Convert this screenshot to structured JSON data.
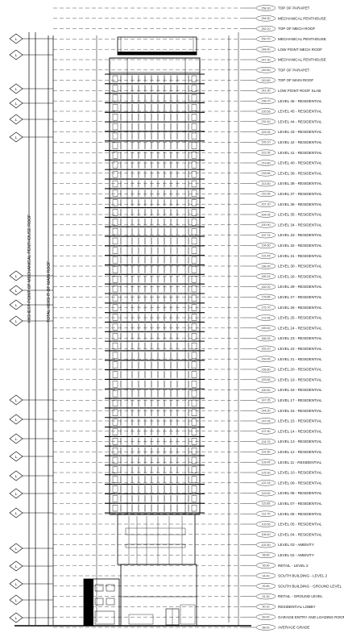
{
  "drawing": {
    "grid_marker_letter": "L",
    "vertical_labels": [
      "HIGHEST POINT OF MECHANICAL PENTHOUSE ROOF",
      "TOTAL HEIGHT OF MAIN ROOF"
    ],
    "levels": [
      {
        "label": "TOP OF PARAPET",
        "elev": "258.30"
      },
      {
        "label": "MECHANICAL PENTHOUSE",
        "elev": "254.50"
      },
      {
        "label": "TOP OF MECH ROOF",
        "elev": "252.10"
      },
      {
        "label": "MECHANICAL PENTHOUSE",
        "elev": "250.70"
      },
      {
        "label": "LOW POINT MECH ROOF",
        "elev": "248.40"
      },
      {
        "label": "MECHANICAL PENTHOUSE",
        "elev": "247.30"
      },
      {
        "label": "TOP OF PARAPET",
        "elev": "245.60"
      },
      {
        "label": "TOP OF MAIN ROOF",
        "elev": "243.80"
      },
      {
        "label": "LOW POINT ROOF SLAB",
        "elev": "241.90"
      },
      {
        "label": "LEVEL 46 - RESIDENTIAL",
        "elev": "238.70"
      },
      {
        "label": "LEVEL 45 - RESIDENTIAL",
        "elev": "235.55"
      },
      {
        "label": "LEVEL 44 - RESIDENTIAL",
        "elev": "232.40"
      },
      {
        "label": "LEVEL 43 - RESIDENTIAL",
        "elev": "229.25"
      },
      {
        "label": "LEVEL 42 - RESIDENTIAL",
        "elev": "226.10"
      },
      {
        "label": "LEVEL 41 - RESIDENTIAL",
        "elev": "222.95"
      },
      {
        "label": "LEVEL 40 - RESIDENTIAL",
        "elev": "219.80"
      },
      {
        "label": "LEVEL 39 - RESIDENTIAL",
        "elev": "216.65"
      },
      {
        "label": "LEVEL 38 - RESIDENTIAL",
        "elev": "213.50"
      },
      {
        "label": "LEVEL 37 - RESIDENTIAL",
        "elev": "210.35"
      },
      {
        "label": "LEVEL 36 - RESIDENTIAL",
        "elev": "207.20"
      },
      {
        "label": "LEVEL 35 - RESIDENTIAL",
        "elev": "204.05"
      },
      {
        "label": "LEVEL 34 - RESIDENTIAL",
        "elev": "200.90"
      },
      {
        "label": "LEVEL 33 - RESIDENTIAL",
        "elev": "197.75"
      },
      {
        "label": "LEVEL 32 - RESIDENTIAL",
        "elev": "194.60"
      },
      {
        "label": "LEVEL 31 - RESIDENTIAL",
        "elev": "191.45"
      },
      {
        "label": "LEVEL 30 - RESIDENTIAL",
        "elev": "188.30"
      },
      {
        "label": "LEVEL 29 - RESIDENTIAL",
        "elev": "185.15"
      },
      {
        "label": "LEVEL 28 - RESIDENTIAL",
        "elev": "182.00"
      },
      {
        "label": "LEVEL 27 - RESIDENTIAL",
        "elev": "178.85"
      },
      {
        "label": "LEVEL 26 - RESIDENTIAL",
        "elev": "175.70"
      },
      {
        "label": "LEVEL 25 - RESIDENTIAL",
        "elev": "172.55"
      },
      {
        "label": "LEVEL 24 - RESIDENTIAL",
        "elev": "169.40"
      },
      {
        "label": "LEVEL 23 - RESIDENTIAL",
        "elev": "166.25"
      },
      {
        "label": "LEVEL 22 - RESIDENTIAL",
        "elev": "163.10"
      },
      {
        "label": "LEVEL 21 - RESIDENTIAL",
        "elev": "159.95"
      },
      {
        "label": "LEVEL 20 - RESIDENTIAL",
        "elev": "156.80"
      },
      {
        "label": "LEVEL 19 - RESIDENTIAL",
        "elev": "153.65"
      },
      {
        "label": "LEVEL 18 - RESIDENTIAL",
        "elev": "150.50"
      },
      {
        "label": "LEVEL 17 - RESIDENTIAL",
        "elev": "147.35"
      },
      {
        "label": "LEVEL 16 - RESIDENTIAL",
        "elev": "144.20"
      },
      {
        "label": "LEVEL 15 - RESIDENTIAL",
        "elev": "141.05"
      },
      {
        "label": "LEVEL 14 - RESIDENTIAL",
        "elev": "137.90"
      },
      {
        "label": "LEVEL 13 - RESIDENTIAL",
        "elev": "134.75"
      },
      {
        "label": "LEVEL 12 - RESIDENTIAL",
        "elev": "131.60"
      },
      {
        "label": "LEVEL 11 - RESIDENTIAL",
        "elev": "128.45"
      },
      {
        "label": "LEVEL 10 - RESIDENTIAL",
        "elev": "125.30"
      },
      {
        "label": "LEVEL 09 - RESIDENTIAL",
        "elev": "122.15"
      },
      {
        "label": "LEVEL 08 - RESIDENTIAL",
        "elev": "119.00"
      },
      {
        "label": "LEVEL 07 - RESIDENTIAL",
        "elev": "115.85"
      },
      {
        "label": "LEVEL 06 - RESIDENTIAL",
        "elev": "112.70"
      },
      {
        "label": "LEVEL 05 - RESIDENTIAL",
        "elev": "109.55"
      },
      {
        "label": "LEVEL 04 - RESIDENTIAL",
        "elev": "106.40"
      },
      {
        "label": "LEVEL 03 - AMENITY",
        "elev": "102.50"
      },
      {
        "label": "LEVEL 02 - AMENITY",
        "elev": "98.60"
      },
      {
        "label": "RETAIL - LEVEL 2",
        "elev": "95.90"
      },
      {
        "label": "SOUTH BUILDING - LEVEL 2",
        "elev": "94.40"
      },
      {
        "label": "SOUTH BUILDING - GROUND LEVEL",
        "elev": "92.80"
      },
      {
        "label": "RETAIL - GROUND LEVEL",
        "elev": "91.30"
      },
      {
        "label": "RESIDENTIAL LOBBY",
        "elev": "90.10"
      },
      {
        "label": "GARAGE ENTRY AND LOADING ROOM",
        "elev": "89.00"
      },
      {
        "label": "AVERAGE GRADE",
        "elev": "88.00"
      }
    ]
  }
}
